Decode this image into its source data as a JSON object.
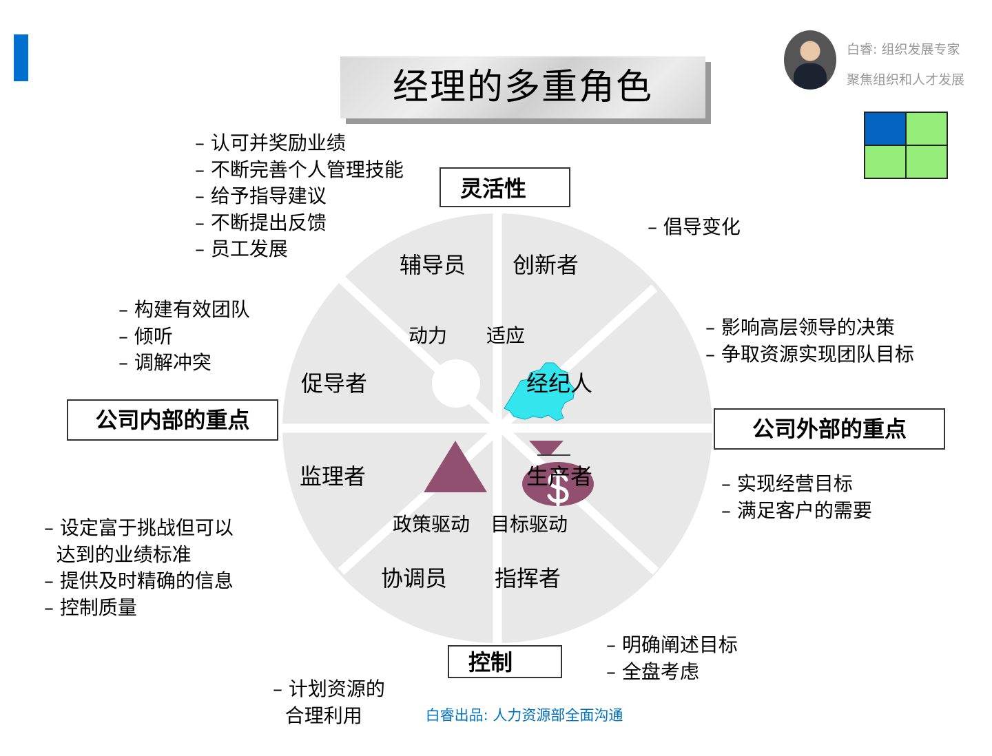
{
  "title": "经理的多重角色",
  "author": {
    "line1": "白睿: 组织发展专家",
    "line2": "聚焦组织和人才发展"
  },
  "colors": {
    "accent": "#0070d0",
    "grid_active": "#0563c1",
    "grid_inactive": "#95ee7a",
    "wheel": "#e8e8e8",
    "shape": "#925070",
    "blob": "#33e6ee"
  },
  "boxes": {
    "top": "灵活性",
    "left": "公司内部的重点",
    "right": "公司外部的重点",
    "bottom": "控制"
  },
  "roles": {
    "mentor": "辅导员",
    "innovator": "创新者",
    "facilitator": "促导者",
    "broker": "经纪人",
    "monitor": "监理者",
    "producer": "生产者",
    "coordinator": "协调员",
    "director": "指挥者"
  },
  "inner": {
    "motivation": "动力",
    "adapt": "适应",
    "policy_driven": "政策驱动",
    "goal_driven": "目标驱动"
  },
  "bullets": {
    "top_left": [
      "– 认可并奖励业绩",
      "– 不断完善个人管理技能",
      "– 给予指导建议",
      "– 不断提出反馈",
      "– 员工发展"
    ],
    "top_right": [
      "– 倡导变化"
    ],
    "mid_left": [
      "– 构建有效团队",
      "– 倾听",
      "– 调解冲突"
    ],
    "mid_right": [
      "– 影响高层领导的决策",
      "– 争取资源实现团队目标"
    ],
    "low_left": [
      "– 设定富于挑战但可以",
      "  达到的业绩标准",
      "– 提供及时精确的信息",
      "– 控制质量"
    ],
    "low_right": [
      "– 实现经营目标",
      "– 满足客户的需要"
    ],
    "bottom_left": [
      "– 计划资源的",
      "  合理利用"
    ],
    "bottom_right": [
      "– 明确阐述目标",
      "– 全盘考虑"
    ]
  },
  "footer": "白睿出品: 人力资源部全面沟通"
}
